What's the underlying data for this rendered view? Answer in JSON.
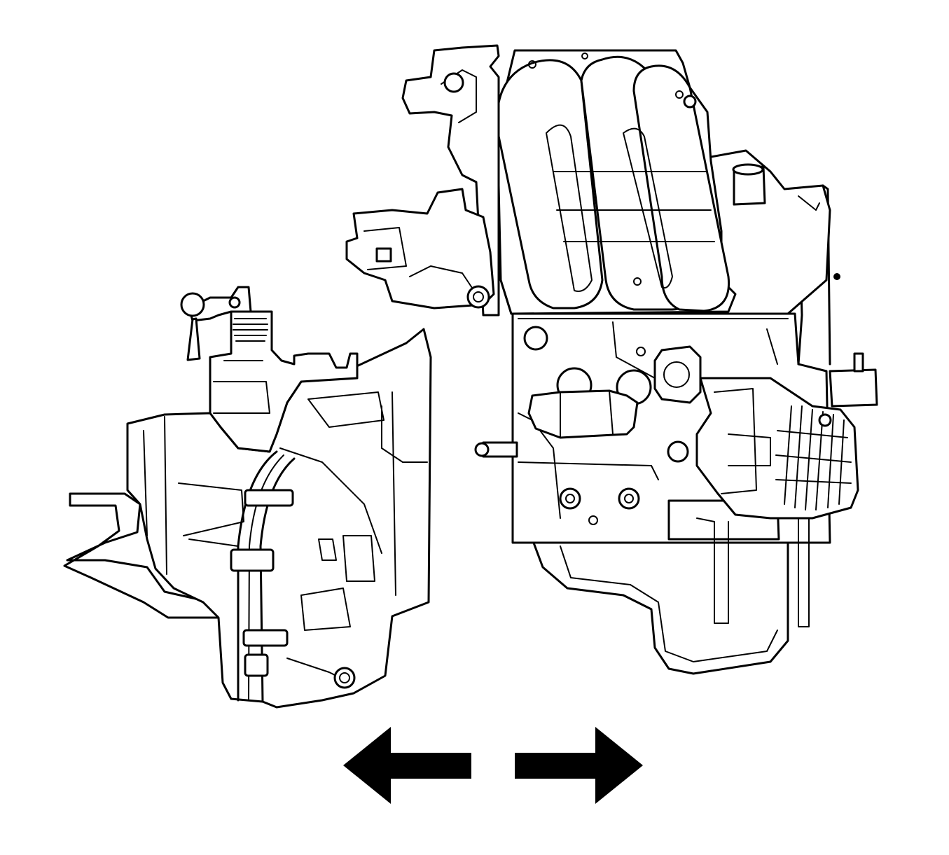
{
  "diagram": {
    "ink_color": "#000000",
    "paper_color": "#ffffff",
    "components": [
      {
        "id": "transaxle",
        "icon": "transaxle-line-art"
      },
      {
        "id": "engine-block",
        "icon": "engine-line-art"
      },
      {
        "id": "intake-manifold",
        "icon": "intake-manifold-line-art"
      },
      {
        "id": "alternator",
        "icon": "alternator-line-art"
      },
      {
        "id": "oil-pan",
        "icon": "oil-pan-line-art"
      }
    ],
    "arrows": [
      {
        "id": "arrow-left",
        "direction": "left"
      },
      {
        "id": "arrow-right",
        "direction": "right"
      }
    ]
  }
}
